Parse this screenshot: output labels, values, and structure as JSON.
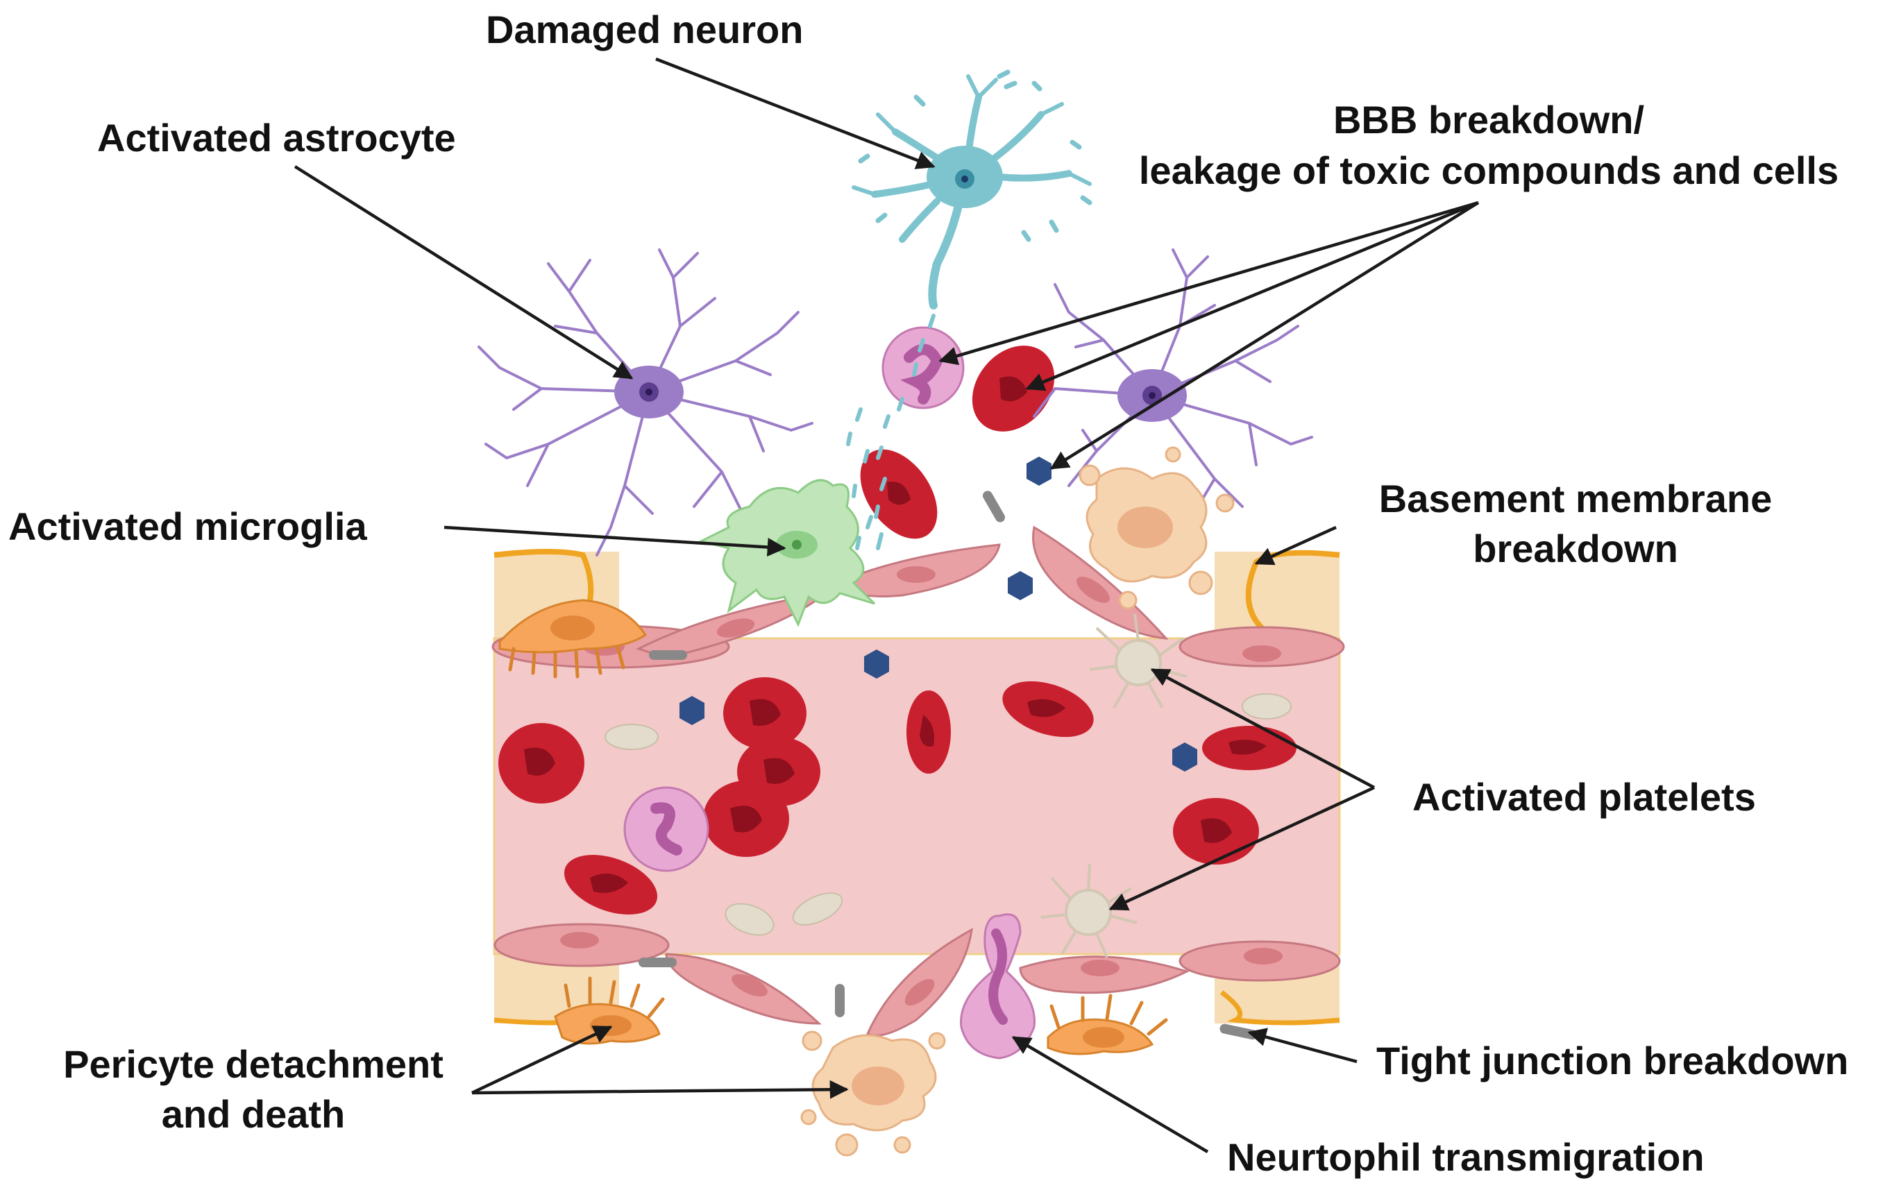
{
  "labels": {
    "damaged_neuron": "Damaged neuron",
    "activated_astrocyte": "Activated astrocyte",
    "bbb_line1": "BBB breakdown/",
    "bbb_line2": "leakage of toxic compounds and cells",
    "activated_microglia": "Activated microglia",
    "basement_line1": "Basement membrane",
    "basement_line2": "breakdown",
    "activated_platelets": "Activated platelets",
    "pericyte_line1": "Pericyte detachment",
    "pericyte_line2": "and death",
    "tight_junction": "Tight junction breakdown",
    "neutrophil": "Neurtophil transmigration"
  },
  "colors": {
    "vessel_lumen": "#f4c9c9",
    "basement_membrane": "#f6ddb6",
    "basement_outline": "#f0a522",
    "endothelial": "#e8a0a4",
    "rbc": "#c9202f",
    "astrocyte": "#8e6bb8",
    "neuron": "#7ec4cf",
    "microglia": "#bfe5b8",
    "neutrophil": "#e7a9d3",
    "platelet": "#e3dccd",
    "pericyte": "#f6a55a",
    "toxic_compound": "#2e4f87",
    "tight_junction": "#888888",
    "arrow": "#1a1a1a"
  }
}
